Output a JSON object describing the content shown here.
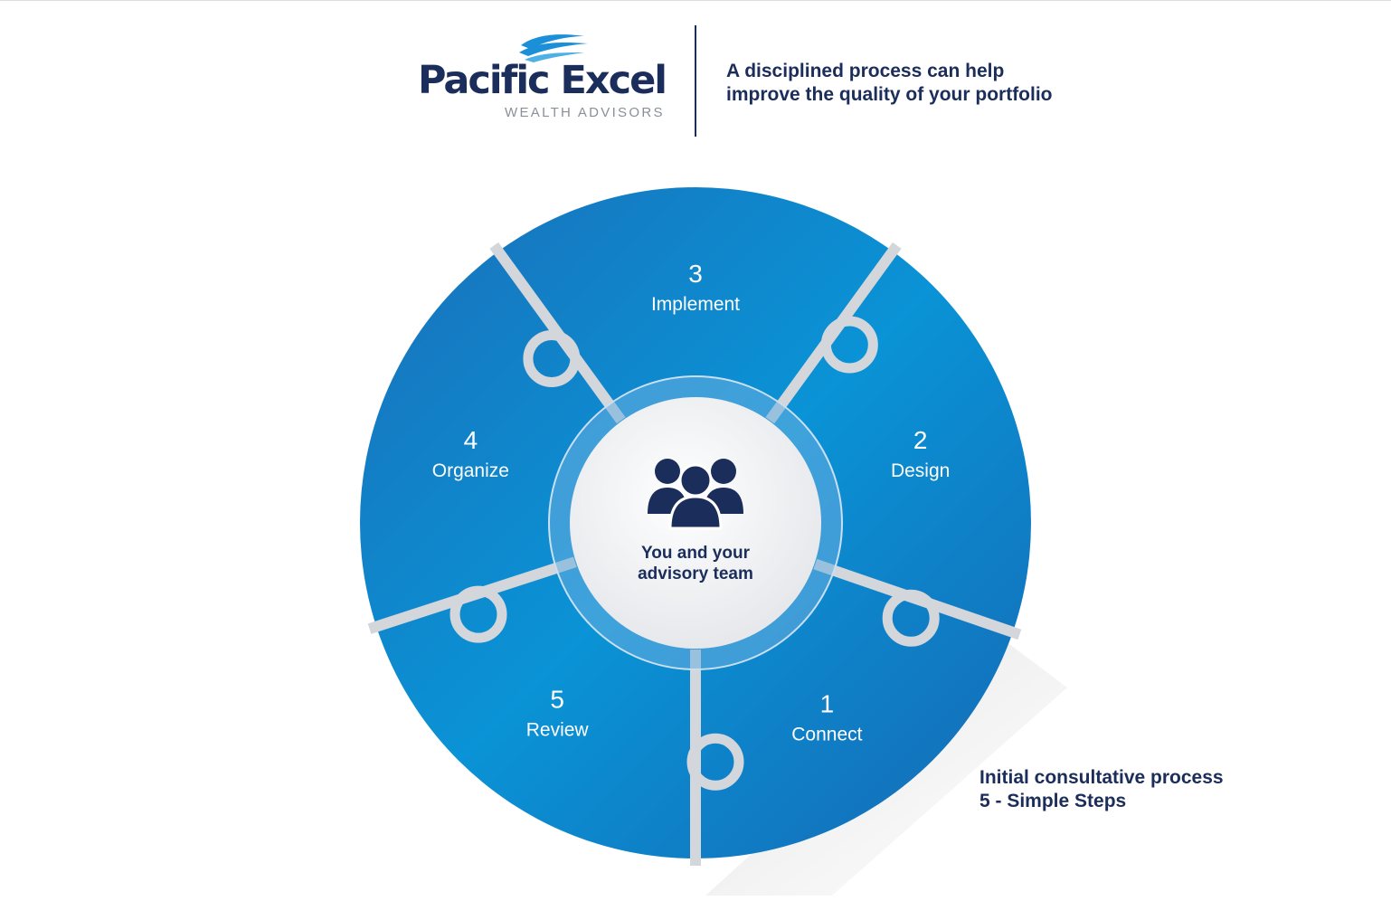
{
  "header": {
    "brand_name": "Pacific Excel",
    "brand_sub": "WEALTH ADVISORS",
    "tagline_line1": "A disciplined process can help",
    "tagline_line2": "improve the quality of your portfolio"
  },
  "diagram": {
    "center": {
      "icon": "team-icon",
      "label_line1": "You and your",
      "label_line2": "advisory team"
    },
    "steps": [
      {
        "number": "1",
        "label": "Connect"
      },
      {
        "number": "2",
        "label": "Design"
      },
      {
        "number": "3",
        "label": "Implement"
      },
      {
        "number": "4",
        "label": "Organize"
      },
      {
        "number": "5",
        "label": "Review"
      }
    ]
  },
  "caption": {
    "line1": "Initial consultative process",
    "line2": "5 - Simple Steps"
  },
  "colors": {
    "navy": "#1b2d5a",
    "blue_light": "#0a93d6",
    "blue_dark": "#1570b8",
    "gap": "#d3d6da"
  }
}
